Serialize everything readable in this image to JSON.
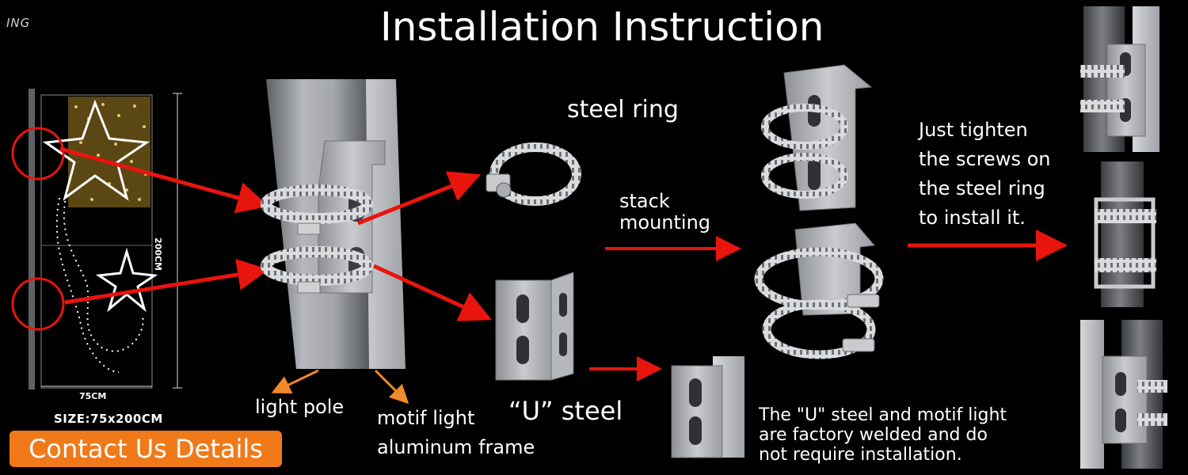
{
  "header": {
    "title": "Installation Instruction",
    "brand_text": "ING"
  },
  "product": {
    "height_label": "200CM",
    "width_label": "75CM",
    "size_label": "SIZE:75x200CM"
  },
  "labels": {
    "steel_ring": "steel ring",
    "stack_mounting_line1": "stack",
    "stack_mounting_line2": "mounting",
    "light_pole": "light pole",
    "motif_frame_line1": "motif light",
    "motif_frame_line2": "aluminum frame",
    "u_steel": "“U”  steel"
  },
  "instructions": {
    "steps": [
      "Just tighten",
      "the screws on",
      "the steel ring",
      "to install it."
    ],
    "note": [
      "The \"U\" steel and motif light",
      "are factory welded and do",
      "not require installation."
    ]
  },
  "contact_button": {
    "label": "Contact Us Details"
  },
  "colors": {
    "background": "#000000",
    "arrow_red": "#e8140e",
    "arrow_orange": "#f08a2a",
    "button_orange": "#f07a1a",
    "steel": "#b9bcbf",
    "pole": "#8e9196"
  }
}
